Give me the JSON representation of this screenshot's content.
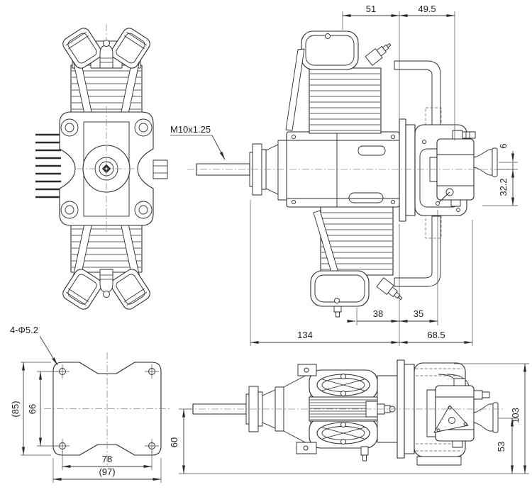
{
  "meta": {
    "background": "#ffffff",
    "line_color": "#2b2a29",
    "dim_color": "#3a3a3a"
  },
  "labels": {
    "thread": "M10x1.25",
    "holes": "4-Φ5.2"
  },
  "dims": {
    "d51": "51",
    "d49_5": "49.5",
    "d6": "6",
    "d32_2": "32.2",
    "d38": "38",
    "d35": "35",
    "d134": "134",
    "d68_5": "68.5",
    "d85": "(85)",
    "d66": "66",
    "d78": "78",
    "d97": "(97)",
    "d60": "60",
    "d103": "103",
    "d53": "53"
  }
}
